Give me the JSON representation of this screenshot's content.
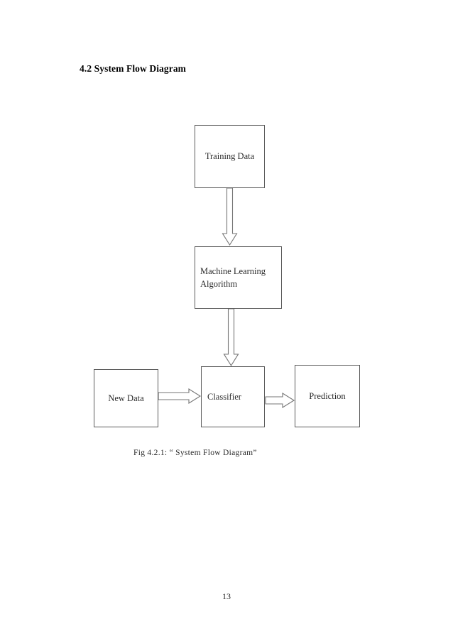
{
  "document": {
    "heading": "4.2 System Flow Diagram",
    "caption": "Fig 4.2.1: “ System Flow Diagram”",
    "page_number": "13"
  },
  "diagram": {
    "type": "flowchart",
    "nodes": [
      {
        "id": "training-data",
        "label": "Training Data",
        "shape": "rectangle",
        "align": "center"
      },
      {
        "id": "ml-algorithm",
        "label": "Machine Learning\nAlgorithm",
        "shape": "rectangle",
        "align": "left"
      },
      {
        "id": "new-data",
        "label": "New Data",
        "shape": "rectangle",
        "align": "center"
      },
      {
        "id": "classifier",
        "label": "Classifier",
        "shape": "rectangle",
        "align": "left"
      },
      {
        "id": "prediction",
        "label": "Prediction",
        "shape": "rectangle",
        "align": "center"
      }
    ],
    "edges": [
      {
        "from": "training-data",
        "to": "ml-algorithm",
        "direction": "down",
        "style": "hollow-block-arrow"
      },
      {
        "from": "ml-algorithm",
        "to": "classifier",
        "direction": "down",
        "style": "hollow-block-arrow"
      },
      {
        "from": "new-data",
        "to": "classifier",
        "direction": "right",
        "style": "hollow-block-arrow"
      },
      {
        "from": "classifier",
        "to": "prediction",
        "direction": "right",
        "style": "hollow-block-arrow"
      }
    ],
    "colors": {
      "box_border": "#5a5a5a",
      "arrow_stroke": "#6e6e6e",
      "arrow_fill": "#ffffff",
      "text": "#2b2b2b",
      "background": "#ffffff"
    }
  }
}
